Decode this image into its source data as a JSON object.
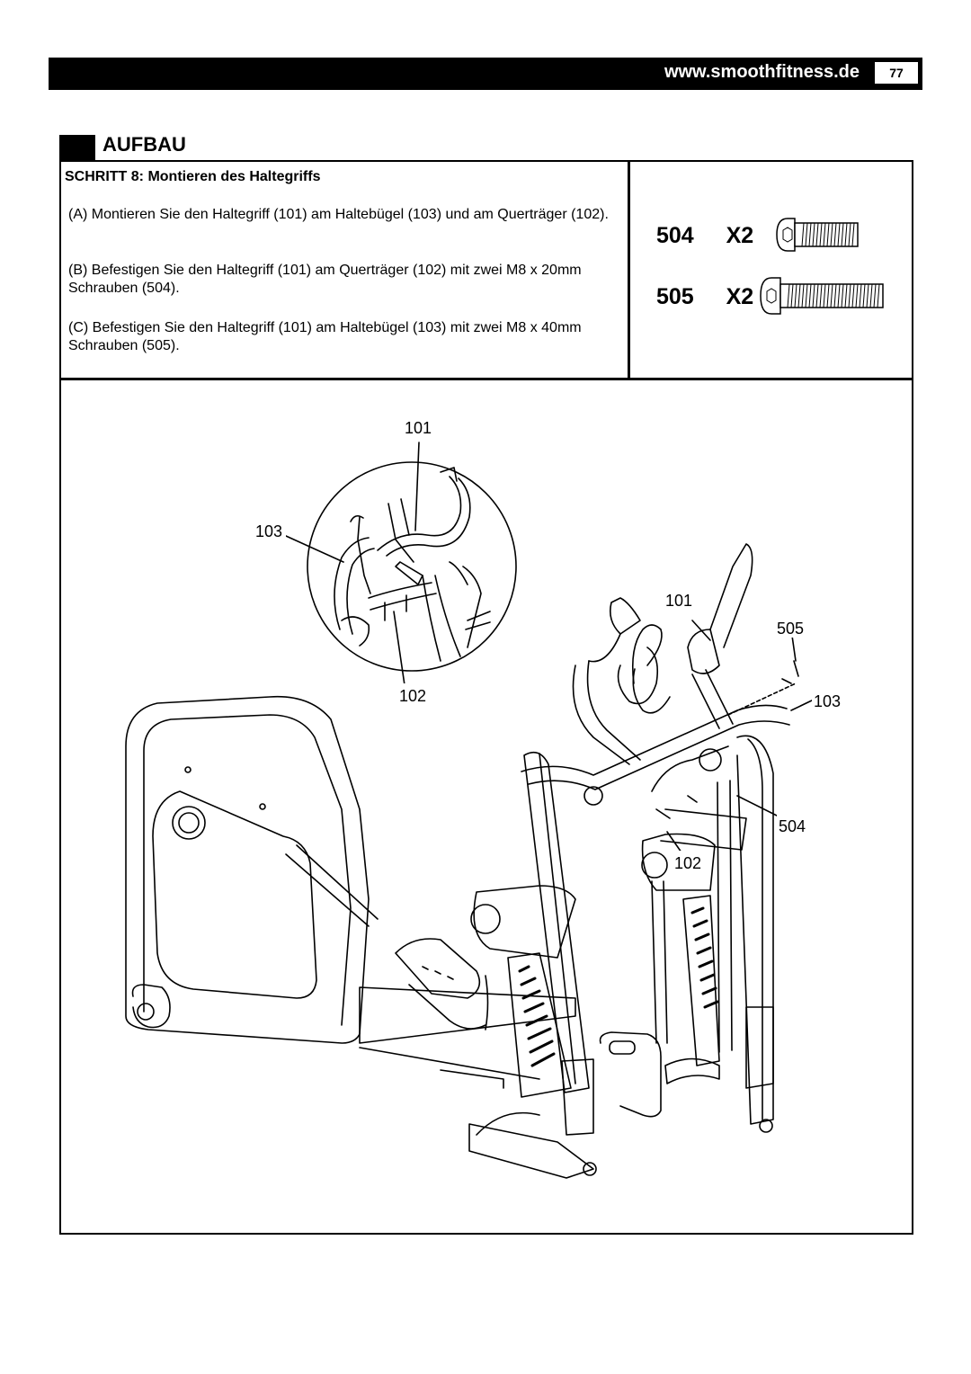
{
  "header": {
    "url": "www.smoothfitness.de",
    "page_number": "77"
  },
  "section": {
    "title": "AUFBAU"
  },
  "step": {
    "title": "SCHRITT 8: Montieren des Haltegriffs",
    "instructions": [
      "(A) Montieren Sie den Haltegriff (101) am Haltebügel (103) und am Querträger (102).",
      "(B) Befestigen Sie den Haltegriff (101) am Querträger (102) mit zwei M8 x 20mm Schrauben (504).",
      "(C) Befestigen Sie den Haltegriff (101) am Haltebügel (103) mit zwei M8 x 40mm Schrauben (505)."
    ]
  },
  "parts": [
    {
      "id": "504",
      "qty": "X2"
    },
    {
      "id": "505",
      "qty": "X2"
    }
  ],
  "diagram_labels": {
    "detail_101": "101",
    "detail_103": "103",
    "detail_102": "102",
    "main_101": "101",
    "main_505": "505",
    "main_103": "103",
    "main_504": "504",
    "main_102": "102"
  },
  "icons": [
    "bolt-504-icon",
    "bolt-505-icon",
    "detail-zoom-icon",
    "elliptical-trainer-illustration"
  ]
}
